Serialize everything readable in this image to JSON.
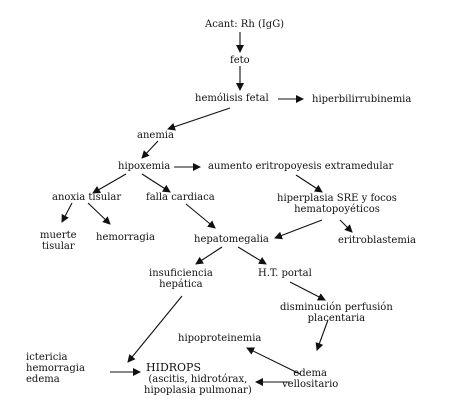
{
  "nodes": {
    "acant": "Acant: Rh (IgG)",
    "feto": "feto",
    "hemolisis": "hemólisis fetal",
    "hiperbili": "hiperbilirrubinemia",
    "anemia": "anemia",
    "hipoxemia": "hipoxemia",
    "aumento": "aumento eritropoyesis extramedular",
    "anoxia": "anoxia tisular",
    "falla": "falla cardiaca",
    "hiperplasia": "hiperplasia SRE y focos\nhematopoyéticos",
    "muerte": "muerte\ntisular",
    "hemorragia": "hemorragia",
    "hepatomegalia": "hepatomegalia",
    "eritroblastemia": "eritroblastemia",
    "insuficiencia": "insuficiencia\nhepática",
    "htportal": "H.T. portal",
    "disminucion": "disminución perfusión\nplacentaria",
    "hipoproteinemia": "hipoproteinemia",
    "ictericia": "ictericia\nhemorragia\nedema",
    "hidrops_title": "HIDROPS",
    "hidrops_detail": "(ascitis, hidrotórax,\nhipoplasia pulmonar)",
    "edema": "edema\nvellositario"
  },
  "colors": {
    "ink": "#111111",
    "background": "#ffffff"
  }
}
